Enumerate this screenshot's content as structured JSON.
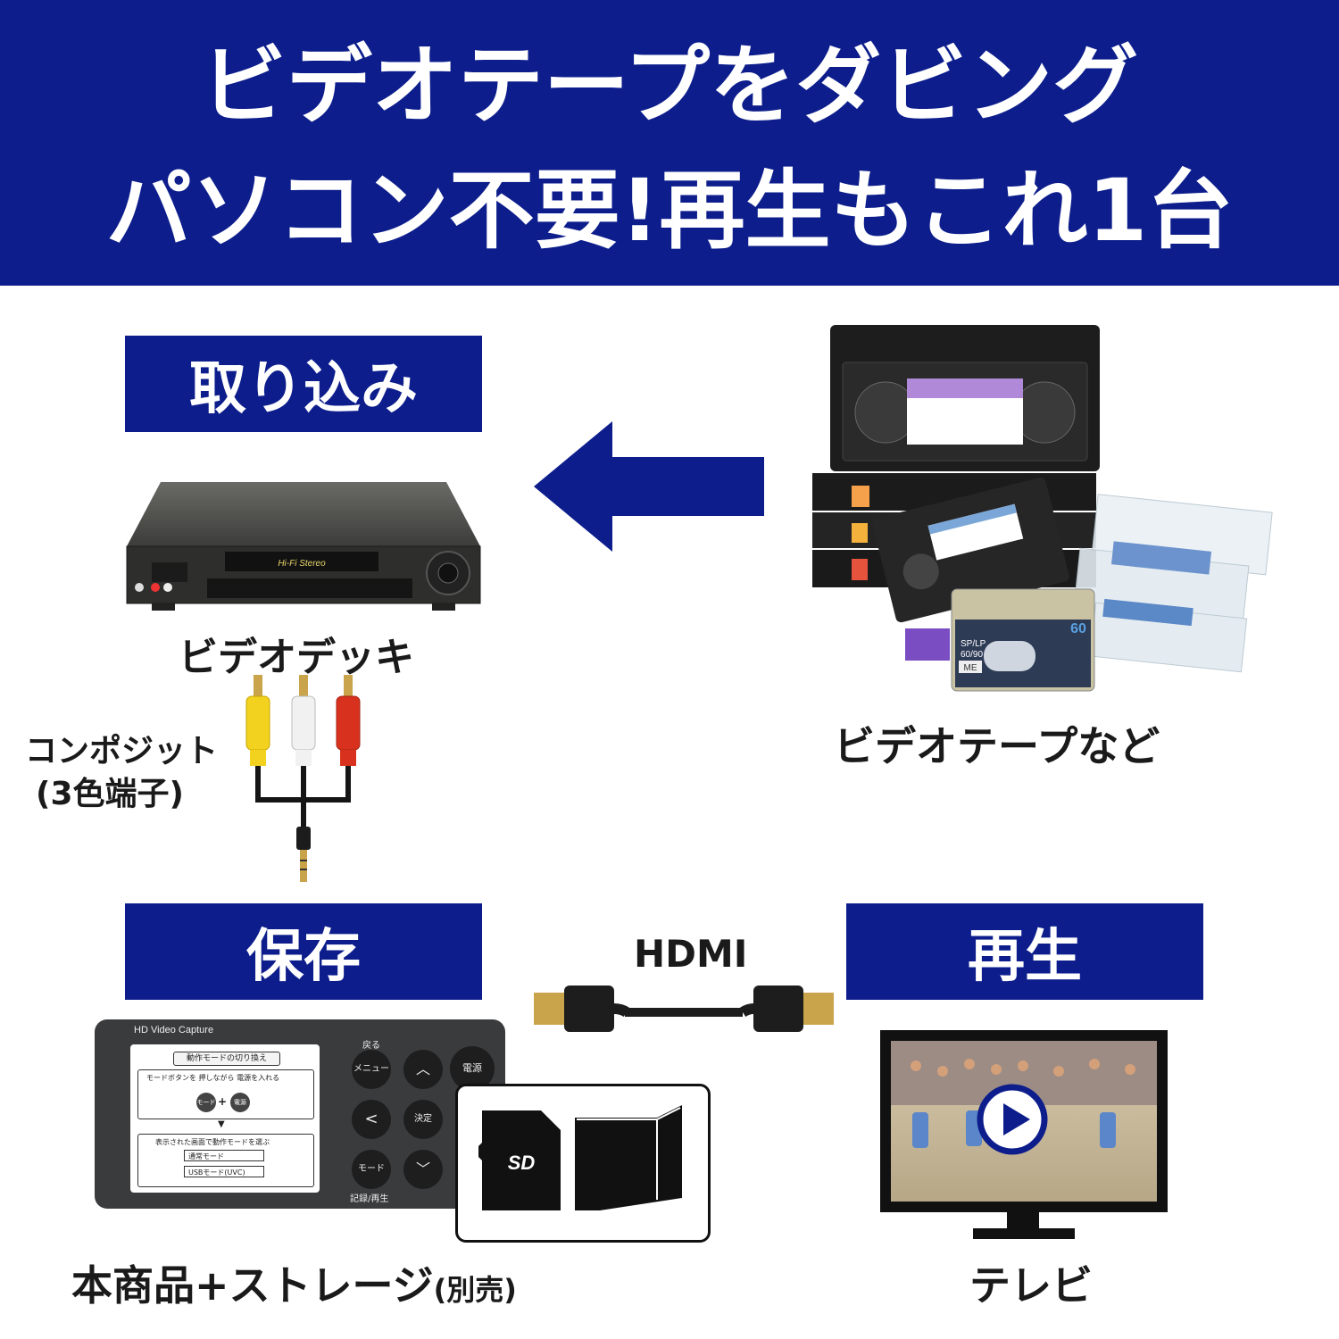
{
  "header": {
    "line1": "ビデオテープをダビング",
    "line2": "パソコン不要!再生もこれ1台"
  },
  "sections": {
    "capture": "取り込み",
    "save": "保存",
    "playback": "再生"
  },
  "items": {
    "vcr": "ビデオデッキ",
    "composite_line1": "コンポジット",
    "composite_line2": "(3色端子)",
    "tapes": "ビデオテープなど",
    "hdmi": "HDMI",
    "product": "本商品+ストレージ",
    "product_note": "(別売)",
    "tv": "テレビ"
  },
  "vcr_panel": {
    "window_label": "Hi-Fi Stereo"
  },
  "mini_tape": {
    "minutes": "60",
    "speed": "SP/LP",
    "length": "60/90",
    "type": "ME"
  },
  "device": {
    "brand": "HD Video Capture",
    "screen_title": "動作モードの切り換え",
    "instruction": "モードボタンを 押しながら 電源を入れる",
    "key_mode": "モード",
    "key_plus": "+",
    "key_power": "電源",
    "arrow": "▼",
    "select_text": "表示された画面で動作モードを選ぶ",
    "option1": "通常モード",
    "option2": "USBモード(UVC)",
    "btn_back": "戻る",
    "btn_menu": "メニュー",
    "btn_up": "︿",
    "btn_power": "電源",
    "btn_left": "<",
    "btn_ok": "決定",
    "btn_mode": "モード",
    "btn_down": "﹀",
    "btn_record": "記録/再生"
  },
  "colors": {
    "brand_blue": "#0d1e8c",
    "white": "#ffffff",
    "play_button": "#0d1e8c"
  }
}
